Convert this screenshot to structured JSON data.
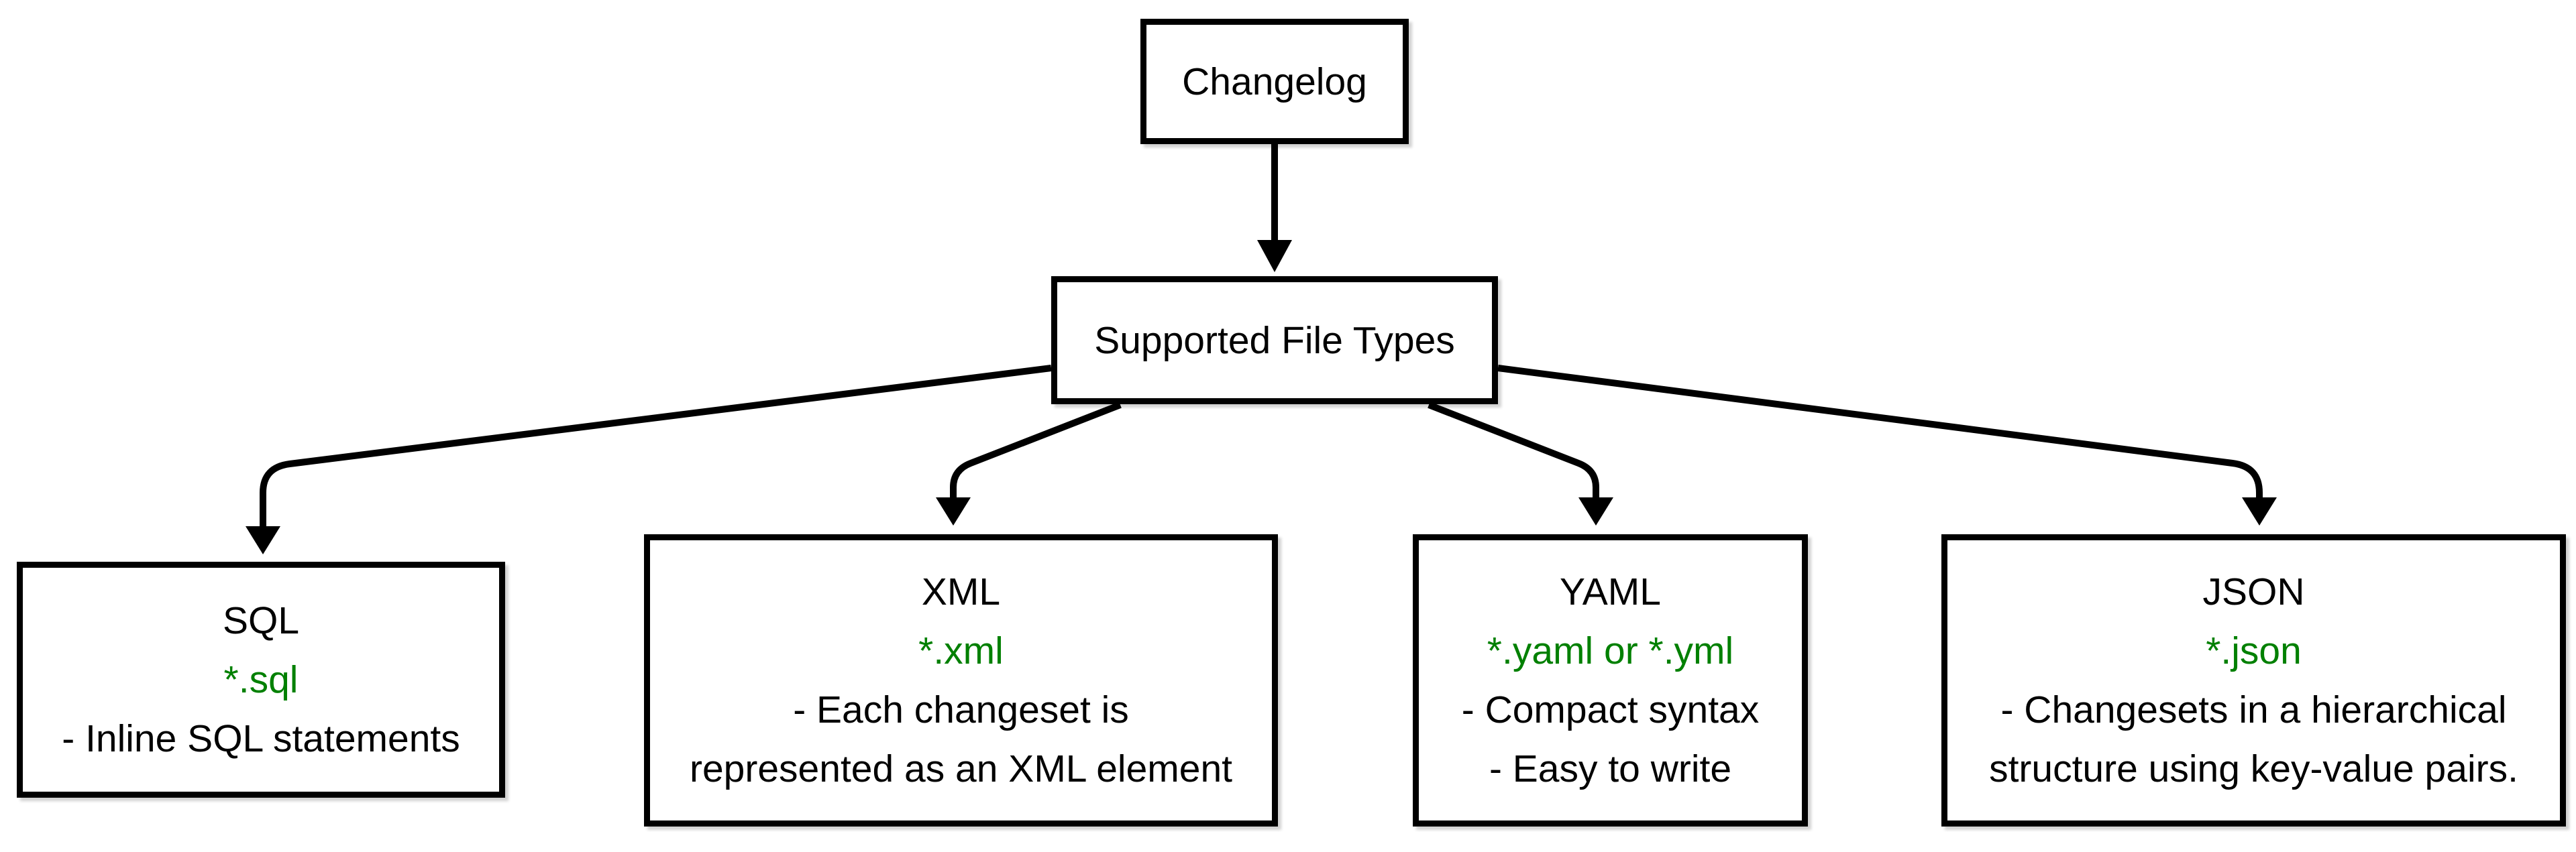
{
  "diagram": {
    "background": "#ffffff",
    "colors": {
      "node_fill": "#ffffff",
      "node_border": "#000000",
      "text": "#000000",
      "extension_green": "#008000",
      "arrow": "#000000"
    },
    "nodes": {
      "changelog": {
        "label": "Changelog"
      },
      "supported": {
        "label": "Supported File Types"
      },
      "children": [
        {
          "id": "sql",
          "title": "SQL",
          "extension": "*.sql",
          "description_lines": [
            "- Inline SQL statements"
          ]
        },
        {
          "id": "xml",
          "title": "XML",
          "extension": "*.xml",
          "description_lines": [
            "- Each changeset is",
            "represented as an XML element"
          ]
        },
        {
          "id": "yaml",
          "title": "YAML",
          "extension": "*.yaml or *.yml",
          "description_lines": [
            "- Compact syntax",
            "- Easy to write"
          ]
        },
        {
          "id": "json",
          "title": "JSON",
          "extension": "*.json",
          "description_lines": [
            "- Changesets in a hierarchical",
            "structure using key-value pairs."
          ]
        }
      ]
    },
    "edges": [
      {
        "from": "changelog",
        "to": "supported"
      },
      {
        "from": "supported",
        "to": "sql"
      },
      {
        "from": "supported",
        "to": "xml"
      },
      {
        "from": "supported",
        "to": "yaml"
      },
      {
        "from": "supported",
        "to": "json"
      }
    ]
  }
}
